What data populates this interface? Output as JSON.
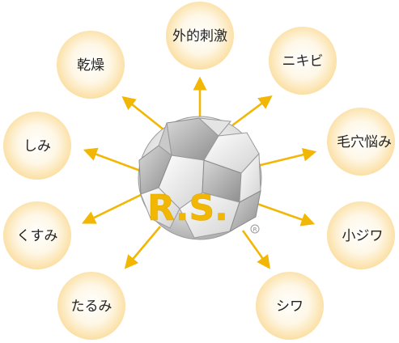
{
  "center": {
    "label": "R.S.",
    "mark": "R"
  },
  "concerns": [
    "外的刺激",
    "ニキビ",
    "毛穴悩み",
    "小ジワ",
    "シワ",
    "たるみ",
    "くすみ",
    "しみ",
    "乾燥"
  ],
  "colors": {
    "arrow": "#f2b705",
    "label_gold": "#f2b705",
    "bubble_center": "#ffffff",
    "bubble_edge": "#fbdfa3",
    "ball_light": "#f4f4f4",
    "ball_dark": "#9b9b9b"
  }
}
